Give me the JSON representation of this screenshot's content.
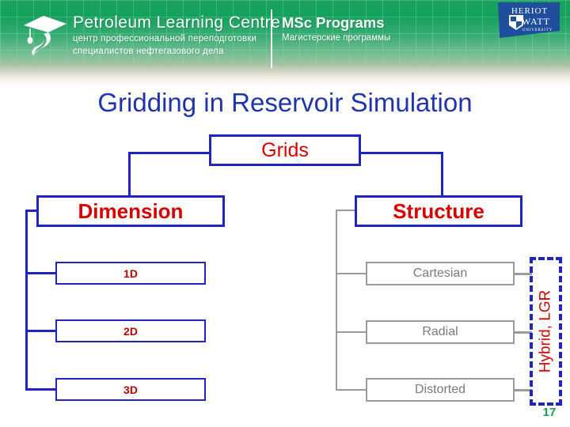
{
  "header": {
    "plc_title": "Petroleum Learning Centre",
    "plc_sub_line1": "центр  профессиональной  переподготовки",
    "plc_sub_line2": "специалистов  нефтегазового  дела",
    "msc_title": "MSc Programs",
    "msc_sub": "Магистерские программы",
    "university_line1": "HERIOT",
    "university_line2": "WATT",
    "university_line3": "UNIVERSITY",
    "logo_icon": "graduation-cap-icon",
    "brand_green": "#14a05d",
    "brand_blue": "#1f4f9c"
  },
  "slide": {
    "title": "Gridding in Reservoir Simulation",
    "title_color": "#2034b0",
    "page_number": "17",
    "page_number_color": "#10a050"
  },
  "diagram": {
    "root": {
      "label": "Grids"
    },
    "branches": [
      {
        "label": "Dimension",
        "children": [
          {
            "label": "1D"
          },
          {
            "label": "2D"
          },
          {
            "label": "3D"
          }
        ]
      },
      {
        "label": "Structure",
        "children": [
          {
            "label": "Cartesian"
          },
          {
            "label": "Radial"
          },
          {
            "label": "Distorted"
          }
        ]
      }
    ],
    "annotation": {
      "label": "Hybrid, LGR",
      "color": "#d90000"
    },
    "colors": {
      "box_border_blue": "#1f25c4",
      "box_border_gray": "#9a9a9a",
      "text_red": "#d90000",
      "text_gray": "#7a7a7a"
    }
  }
}
